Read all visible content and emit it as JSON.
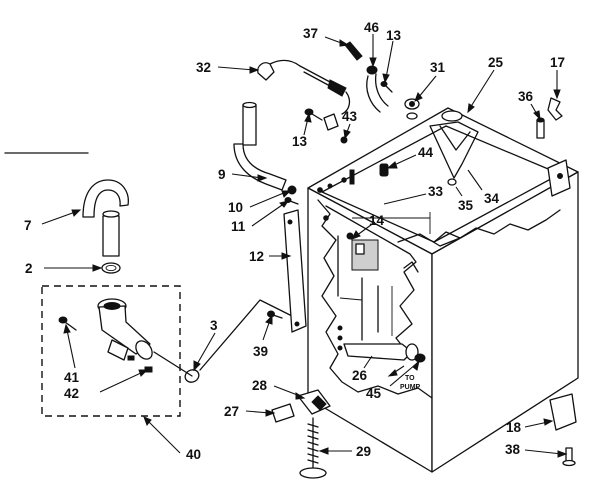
{
  "labels": {
    "l2": "2",
    "l3": "3",
    "l7": "7",
    "l9": "9",
    "l10": "10",
    "l11": "11",
    "l12": "12",
    "l13a": "13",
    "l13b": "13",
    "l14": "14",
    "l17": "17",
    "l18": "18",
    "l25": "25",
    "l26": "26",
    "l27": "27",
    "l28": "28",
    "l29": "29",
    "l31": "31",
    "l32": "32",
    "l33": "33",
    "l34": "34",
    "l35": "35",
    "l36": "36",
    "l37": "37",
    "l38": "38",
    "l39": "39",
    "l40": "40",
    "l41": "41",
    "l42": "42",
    "l43": "43",
    "l44": "44",
    "l45": "45",
    "l46": "46"
  },
  "notes": {
    "to": "TO",
    "pump": "PUMP"
  }
}
